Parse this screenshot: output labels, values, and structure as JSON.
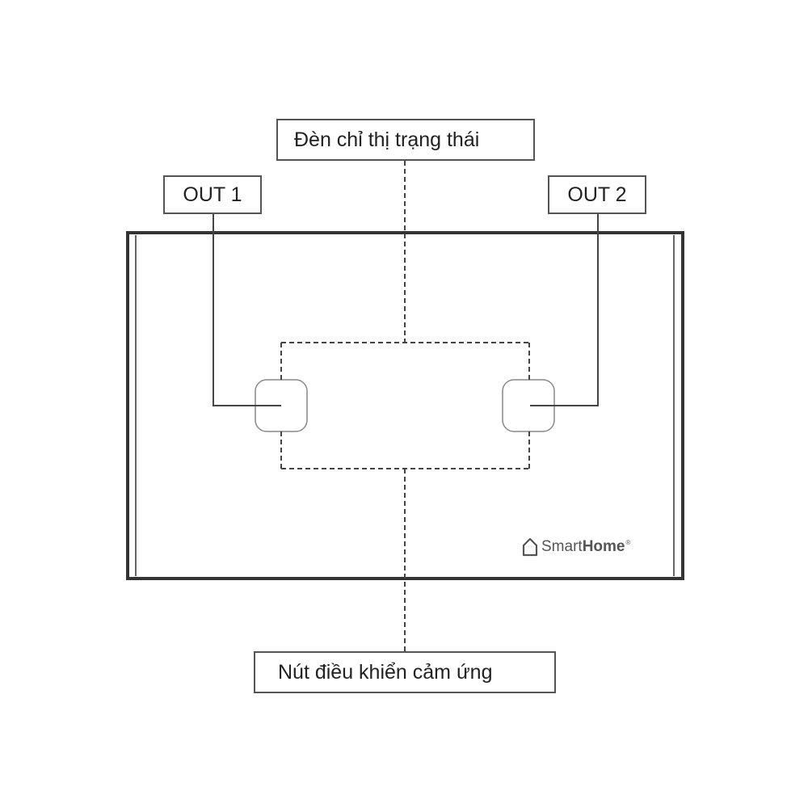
{
  "labels": {
    "status_indicator": "Đèn chỉ thị trạng thái",
    "out1": "OUT 1",
    "out2": "OUT 2",
    "touch_control": "Nút điều khiển cảm ứng"
  },
  "brand": {
    "icon": "house-icon",
    "smart": "Smart",
    "home": "Home",
    "registered": "®"
  },
  "colors": {
    "frame": "#333333",
    "callout_border": "#555555",
    "leader": "#444444",
    "button_outline": "#888888"
  }
}
